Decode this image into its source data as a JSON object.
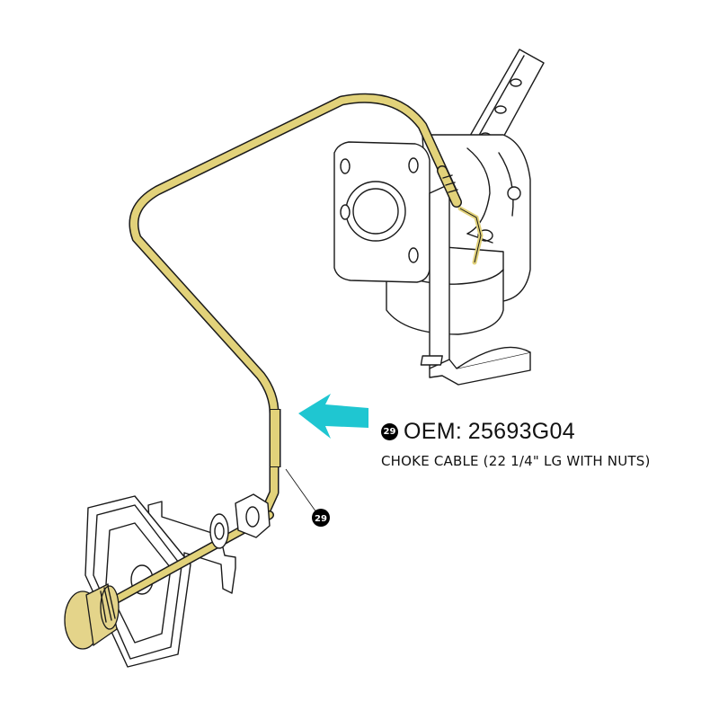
{
  "callout": {
    "part_number_ref": "29",
    "oem_prefix": "OEM",
    "oem_number": "25693G04",
    "description": "CHOKE CABLE (22 1/4\" LG WITH NUTS)"
  },
  "leader_badge": "29",
  "colors": {
    "highlight": "#e2d27a",
    "arrow": "#1fc6d1",
    "badge": "#000000",
    "line": "#1a1a1a"
  },
  "icons": {
    "arrow": "pointer-arrow-icon"
  }
}
